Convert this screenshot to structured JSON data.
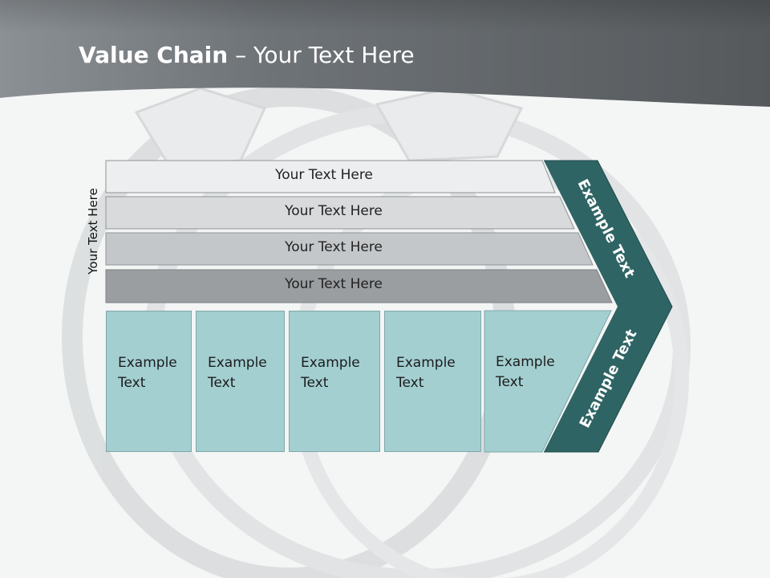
{
  "title": {
    "bold": "Value Chain",
    "rest": " – Your Text Here"
  },
  "vertical_label": "Your Text Here",
  "bands": [
    {
      "label": "Your Text Here"
    },
    {
      "label": "Your Text Here"
    },
    {
      "label": "Your Text Here"
    },
    {
      "label": "Your Text Here"
    }
  ],
  "columns": [
    {
      "line1": "Example",
      "line2": "Text"
    },
    {
      "line1": "Example",
      "line2": "Text"
    },
    {
      "line1": "Example",
      "line2": "Text"
    },
    {
      "line1": "Example",
      "line2": "Text"
    },
    {
      "line1": "Example",
      "line2": "Text"
    }
  ],
  "chevron": {
    "upper_text": "Example Text",
    "lower_text": "Example Text"
  },
  "colors": {
    "header": "#5f6366",
    "teal_dark": "#2f6464",
    "teal_light": "#a3cfd1",
    "band_1": "#eceeef",
    "band_2": "#d8dadb",
    "band_3": "#c4c7c9",
    "band_4": "#9a9ea1"
  }
}
